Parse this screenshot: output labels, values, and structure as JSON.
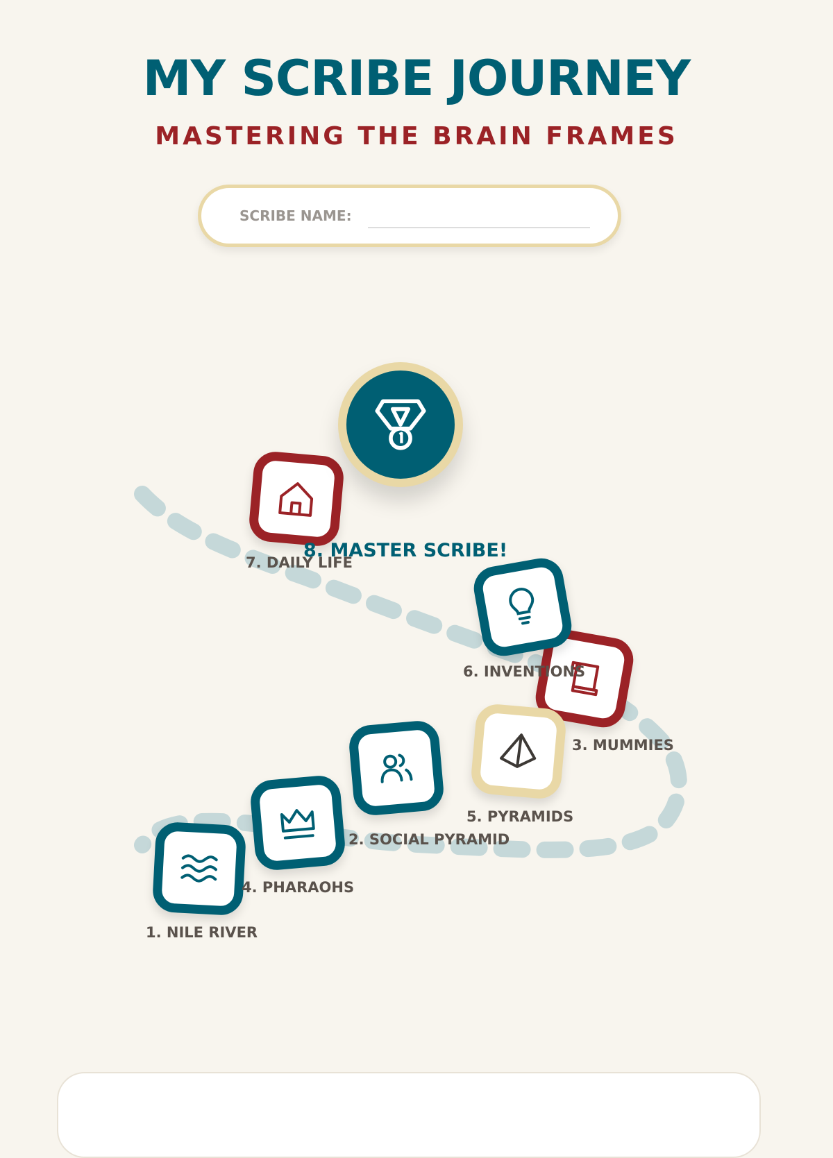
{
  "header": {
    "title": "MY SCRIBE JOURNEY",
    "subtitle": "MASTERING THE BRAIN FRAMES"
  },
  "scribe_name": {
    "label": "SCRIBE NAME:",
    "value": ""
  },
  "colors": {
    "teal": "#005f73",
    "red": "#9b2226",
    "gold": "#e9d8a6",
    "path": "#c5d8d9",
    "background": "#f8f5ee"
  },
  "journey": {
    "nodes": [
      {
        "label": "1. NILE RIVER",
        "icon": "waves-icon"
      },
      {
        "label": "2. SOCIAL PYRAMID",
        "icon": "people-icon"
      },
      {
        "label": "3. MUMMIES",
        "icon": "scroll-icon"
      },
      {
        "label": "4. PHARAOHS",
        "icon": "crown-icon"
      },
      {
        "label": "5. PYRAMIDS",
        "icon": "pyramid-icon"
      },
      {
        "label": "6. INVENTIONS",
        "icon": "lightbulb-icon"
      },
      {
        "label": "7. DAILY LIFE",
        "icon": "house-icon"
      },
      {
        "label": "8. MASTER SCRIBE!",
        "icon": "medal-icon"
      }
    ]
  }
}
